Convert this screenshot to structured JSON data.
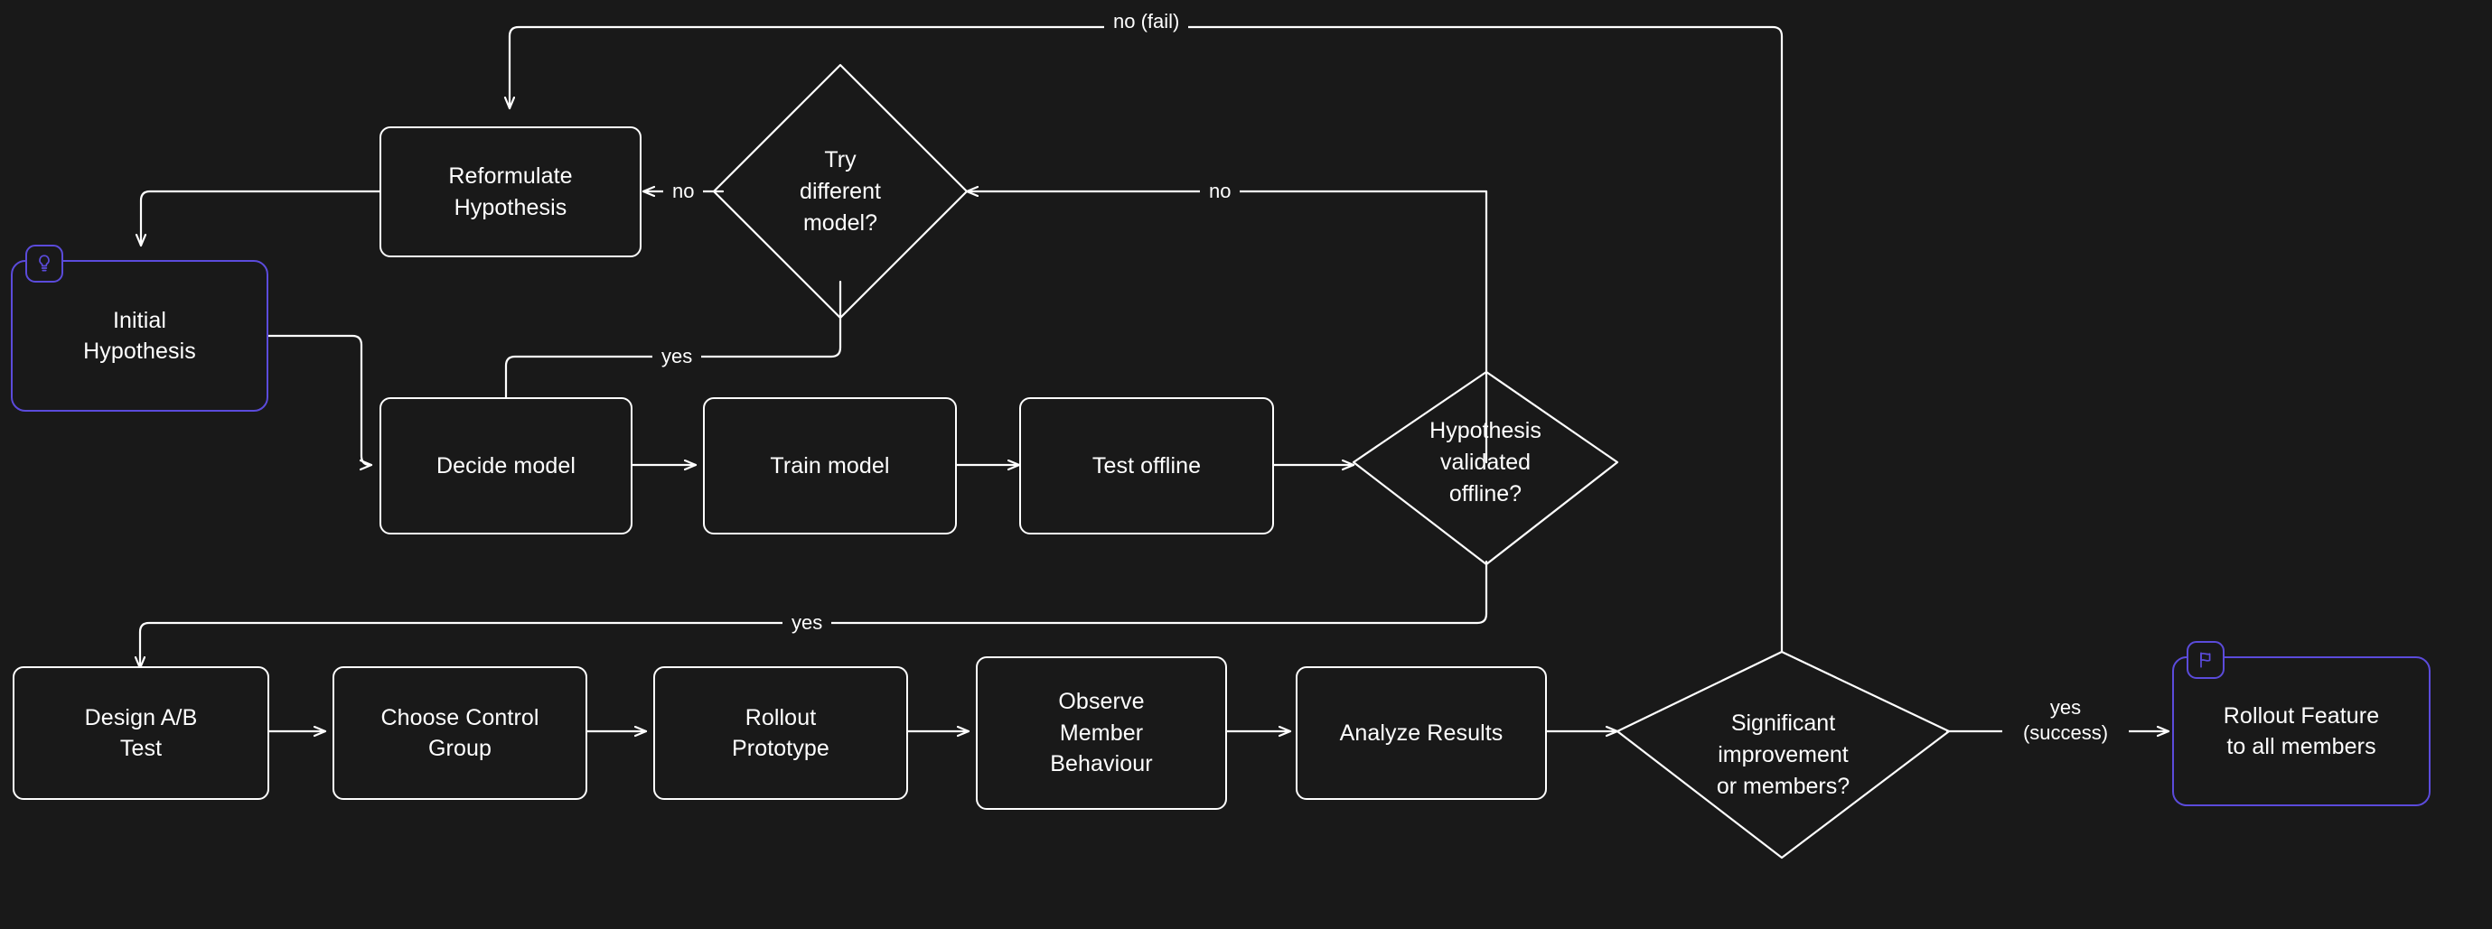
{
  "diagram": {
    "title": "ML Experimentation Flowchart",
    "background_color": "#191919",
    "line_color": "#ffffff",
    "accent_color": "#5b4bdb",
    "text_color": "#ffffff"
  },
  "nodes": {
    "initial_hypothesis": {
      "label": "Initial\nHypothesis",
      "icon": "lightbulb-icon",
      "accent": true
    },
    "reformulate_hypothesis": {
      "label": "Reformulate\nHypothesis",
      "accent": false
    },
    "try_different_model": {
      "label": "Try\ndifferent\nmodel?",
      "shape": "diamond"
    },
    "decide_model": {
      "label": "Decide model",
      "accent": false
    },
    "train_model": {
      "label": "Train model",
      "accent": false
    },
    "test_offline": {
      "label": "Test offline",
      "accent": false
    },
    "hypothesis_validated": {
      "label": "Hypothesis\nvalidated\noffline?",
      "shape": "diamond"
    },
    "design_ab_test": {
      "label": "Design  A/B\nTest",
      "accent": false
    },
    "choose_control_group": {
      "label": "Choose Control\nGroup",
      "accent": false
    },
    "rollout_prototype": {
      "label": "Rollout\nPrototype",
      "accent": false
    },
    "observe_member_behaviour": {
      "label": "Observe\nMember\nBehaviour",
      "accent": false
    },
    "analyze_results": {
      "label": "Analyze Results",
      "accent": false
    },
    "significant_improvement": {
      "label": "Significant\nimprovement\nor members?",
      "shape": "diamond"
    },
    "rollout_feature": {
      "label": "Rollout Feature\nto all members",
      "icon": "flag-icon",
      "accent": true
    }
  },
  "edge_labels": {
    "no_fail": "no (fail)",
    "no_try_model": "no",
    "no_validated": "no",
    "yes_try_model": "yes",
    "yes_validated": "yes",
    "yes_success": "yes\n(success)"
  }
}
